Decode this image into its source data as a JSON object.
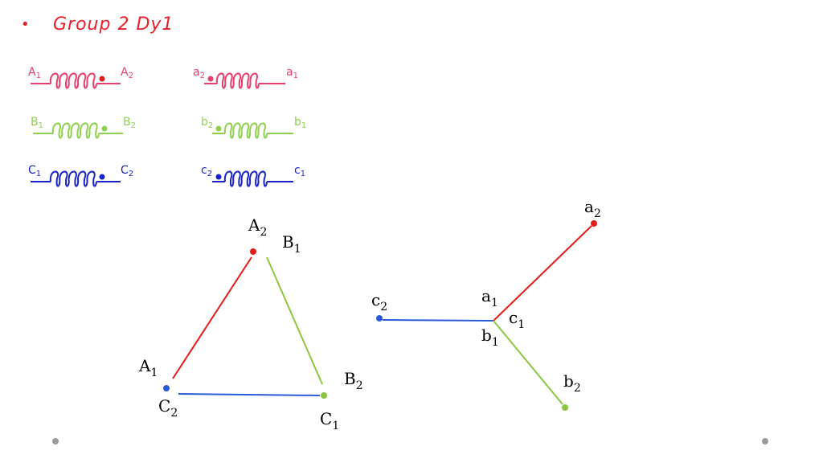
{
  "title": {
    "bullet": "•",
    "text": "Group 2 Dy1"
  },
  "colors": {
    "phase_a": "#e83e6c",
    "phase_b": "#8fd14f",
    "phase_c": "#1a23c7",
    "red": "#e31b1b",
    "green": "#8cc63f",
    "blue": "#2a5ad6"
  },
  "coils": {
    "primary": [
      {
        "left": "A",
        "left_sub": "1",
        "right": "A",
        "right_sub": "2",
        "color_key": "phase_a"
      },
      {
        "left": "B",
        "left_sub": "1",
        "right": "B",
        "right_sub": "2",
        "color_key": "phase_b"
      },
      {
        "left": "C",
        "left_sub": "1",
        "right": "C",
        "right_sub": "2",
        "color_key": "phase_c"
      }
    ],
    "secondary": [
      {
        "left": "a",
        "left_sub": "2",
        "right": "a",
        "right_sub": "1",
        "color_key": "phase_a"
      },
      {
        "left": "b",
        "left_sub": "2",
        "right": "b",
        "right_sub": "1",
        "color_key": "phase_b"
      },
      {
        "left": "c",
        "left_sub": "2",
        "right": "c",
        "right_sub": "1",
        "color_key": "phase_c"
      }
    ]
  },
  "delta": {
    "labels": [
      {
        "base": "A",
        "sub": "2"
      },
      {
        "base": "B",
        "sub": "1"
      },
      {
        "base": "A",
        "sub": "1"
      },
      {
        "base": "C",
        "sub": "2"
      },
      {
        "base": "B",
        "sub": "2"
      },
      {
        "base": "C",
        "sub": "1"
      }
    ]
  },
  "wye": {
    "labels": [
      {
        "base": "a",
        "sub": "2"
      },
      {
        "base": "c",
        "sub": "2"
      },
      {
        "base": "a",
        "sub": "1"
      },
      {
        "base": "c",
        "sub": "1"
      },
      {
        "base": "b",
        "sub": "1"
      },
      {
        "base": "b",
        "sub": "2"
      }
    ]
  }
}
